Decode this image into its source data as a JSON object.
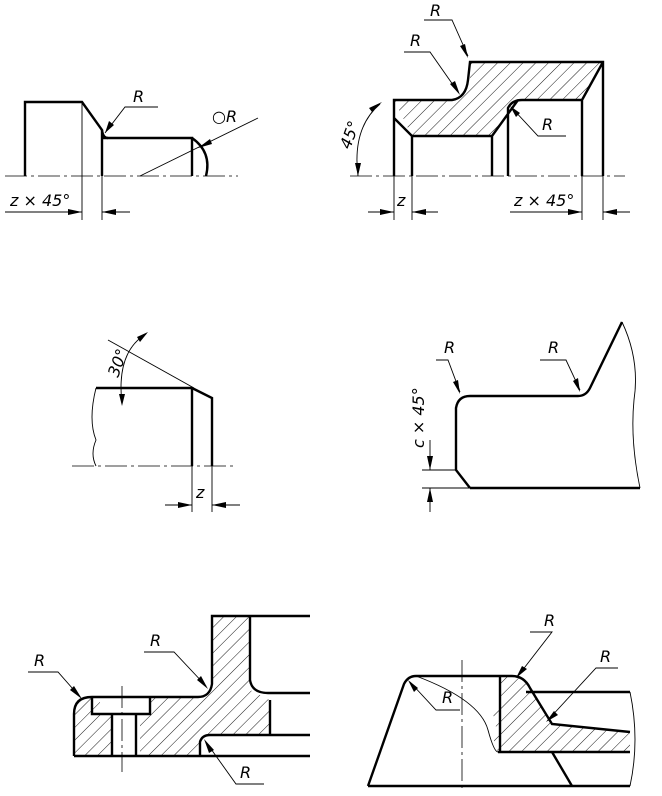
{
  "figures": [
    {
      "id": "fig1",
      "labels": {
        "radius": "R",
        "small_radius": "○R",
        "chamfer": "z × 45°"
      }
    },
    {
      "id": "fig2",
      "labels": {
        "radius_top_outer": "R",
        "radius_top_inner": "R",
        "radius_right": "R",
        "angle": "45°",
        "z": "z",
        "chamfer": "z × 45°"
      }
    },
    {
      "id": "fig3",
      "labels": {
        "angle": "30°",
        "z": "z"
      }
    },
    {
      "id": "fig4",
      "labels": {
        "radius_left": "R",
        "radius_right": "R",
        "chamfer": "c × 45°"
      }
    },
    {
      "id": "fig5",
      "labels": {
        "radius_left": "R",
        "radius_mid": "R",
        "radius_bottom": "R"
      }
    },
    {
      "id": "fig6",
      "labels": {
        "radius_top": "R",
        "radius_right": "R",
        "radius_left": "R"
      }
    }
  ],
  "colors": {
    "line": "#000000",
    "background": "#ffffff"
  }
}
